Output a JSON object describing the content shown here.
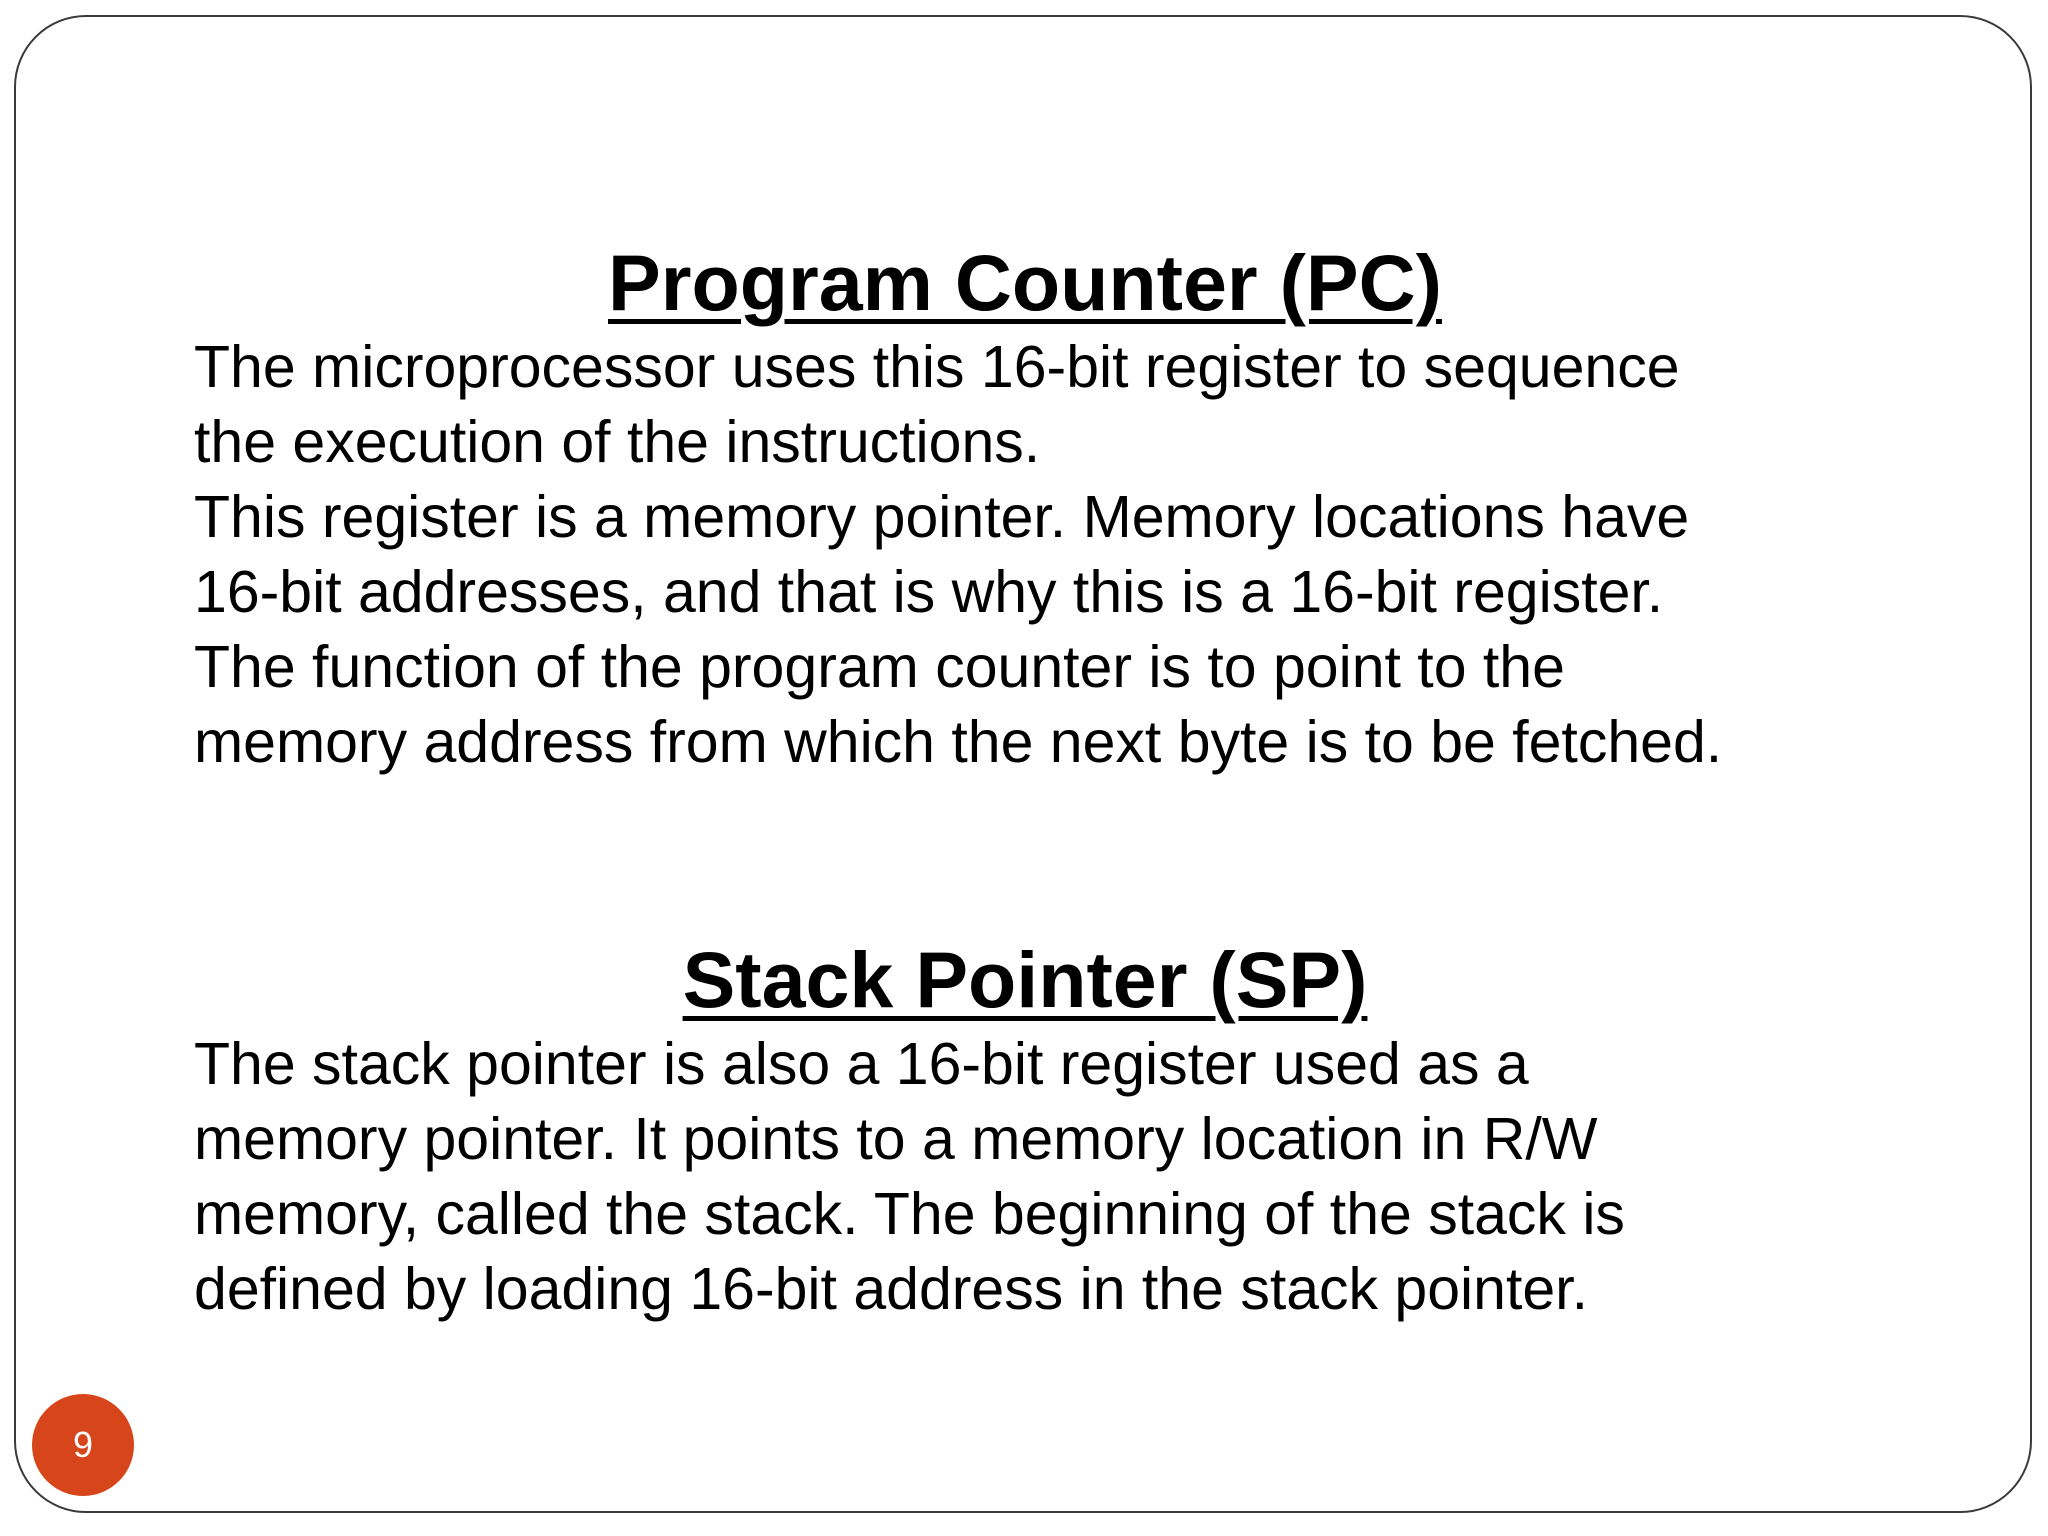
{
  "slide": {
    "accent_color": "#d6461a",
    "page_number": "9",
    "sections": [
      {
        "title": "Program Counter (PC)",
        "lines": [
          "The microprocessor uses this 16-bit register to sequence",
          "the execution of the instructions.",
          "This register is a memory pointer. Memory locations have",
          "16-bit addresses, and that is why this is a 16-bit register.",
          "The function of the program counter is to point to the",
          "memory address from which the next byte is to be fetched."
        ]
      },
      {
        "title": "Stack Pointer (SP)",
        "lines": [
          "The stack pointer is also a 16-bit register used as a",
          "memory pointer. It points to a memory location in R/W",
          "memory, called the stack. The beginning of the stack is",
          "defined by loading 16-bit address in the stack pointer."
        ]
      }
    ]
  }
}
